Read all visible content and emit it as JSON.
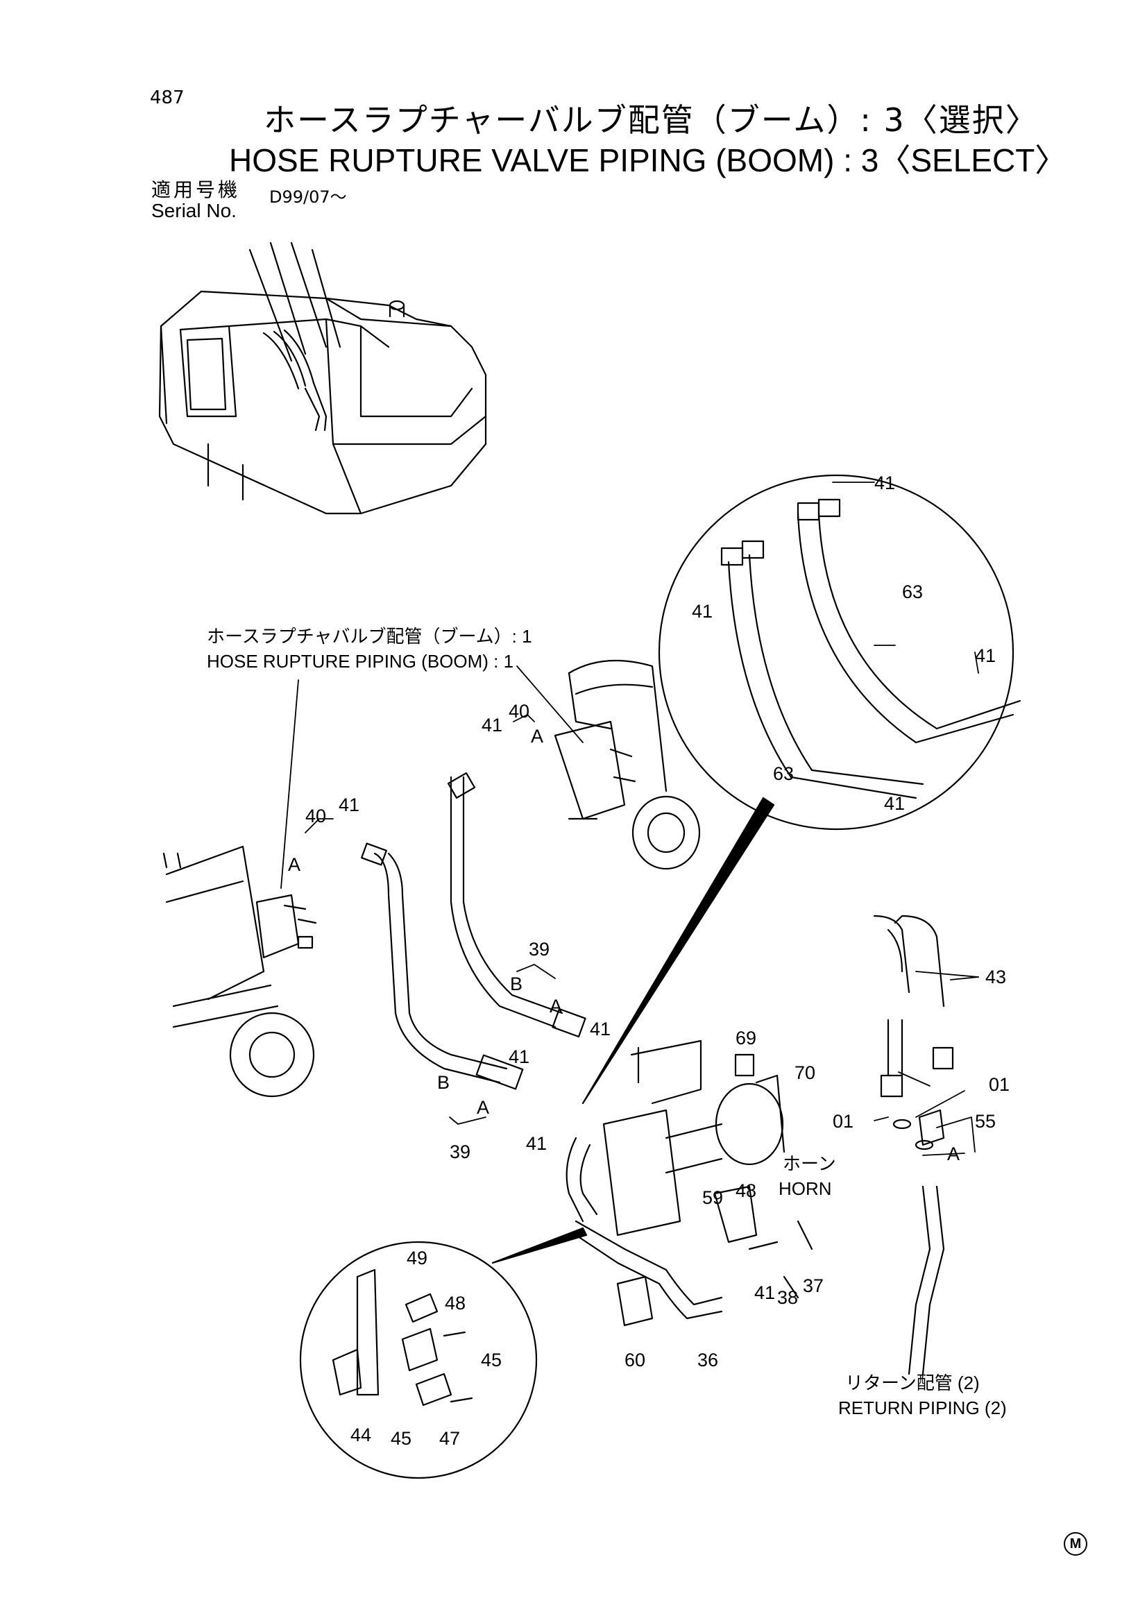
{
  "header": {
    "page_number": "487",
    "title_ja": "ホースラプチャーバルブ配管（ブーム）: 3〈選択〉",
    "title_en": "HOSE  RUPTURE  VALVE  PIPING  (BOOM) : 3〈SELECT〉",
    "serial_label_ja": "適用号機",
    "serial_label_en": "Serial No.",
    "serial_range": "D99/07～"
  },
  "labels": {
    "hose_piping_ja": "ホースラプチャバルブ配管（ブーム）: 1",
    "hose_piping_en": "HOSE RUPTURE PIPING (BOOM) : 1",
    "horn_ja": "ホーン",
    "horn_en": "HORN",
    "return_ja": "リターン配管 (2)",
    "return_en": "RETURN  PIPING  (2)"
  },
  "callouts": [
    {
      "id": "c41a",
      "text": "41"
    },
    {
      "id": "c41b",
      "text": "41"
    },
    {
      "id": "c63a",
      "text": "63"
    },
    {
      "id": "c41c",
      "text": "41"
    },
    {
      "id": "c63b",
      "text": "63"
    },
    {
      "id": "c41d",
      "text": "41"
    },
    {
      "id": "c41e",
      "text": "41"
    },
    {
      "id": "c40a",
      "text": "40"
    },
    {
      "id": "cAa",
      "text": "A"
    },
    {
      "id": "c40b",
      "text": "40"
    },
    {
      "id": "c41f",
      "text": "41"
    },
    {
      "id": "c41g",
      "text": "41"
    },
    {
      "id": "cAb",
      "text": "A"
    },
    {
      "id": "c39a",
      "text": "39"
    },
    {
      "id": "cBa",
      "text": "B"
    },
    {
      "id": "cAc",
      "text": "A"
    },
    {
      "id": "c41h",
      "text": "41"
    },
    {
      "id": "cBb",
      "text": "B"
    },
    {
      "id": "cAd",
      "text": "A"
    },
    {
      "id": "c39b",
      "text": "39"
    },
    {
      "id": "c41i",
      "text": "41"
    },
    {
      "id": "c69",
      "text": "69"
    },
    {
      "id": "c70",
      "text": "70"
    },
    {
      "id": "c43",
      "text": "43"
    },
    {
      "id": "c01a",
      "text": "01"
    },
    {
      "id": "c01b",
      "text": "01"
    },
    {
      "id": "c55",
      "text": "55"
    },
    {
      "id": "cAe",
      "text": "A"
    },
    {
      "id": "c59",
      "text": "59"
    },
    {
      "id": "c48a",
      "text": "48"
    },
    {
      "id": "c41j",
      "text": "41"
    },
    {
      "id": "c38",
      "text": "38"
    },
    {
      "id": "c37",
      "text": "37"
    },
    {
      "id": "c60",
      "text": "60"
    },
    {
      "id": "c36",
      "text": "36"
    },
    {
      "id": "c49",
      "text": "49"
    },
    {
      "id": "c48b",
      "text": "48"
    },
    {
      "id": "c45a",
      "text": "45"
    },
    {
      "id": "c44",
      "text": "44"
    },
    {
      "id": "c45b",
      "text": "45"
    },
    {
      "id": "c47",
      "text": "47"
    }
  ],
  "footer": {
    "mark": "M"
  }
}
